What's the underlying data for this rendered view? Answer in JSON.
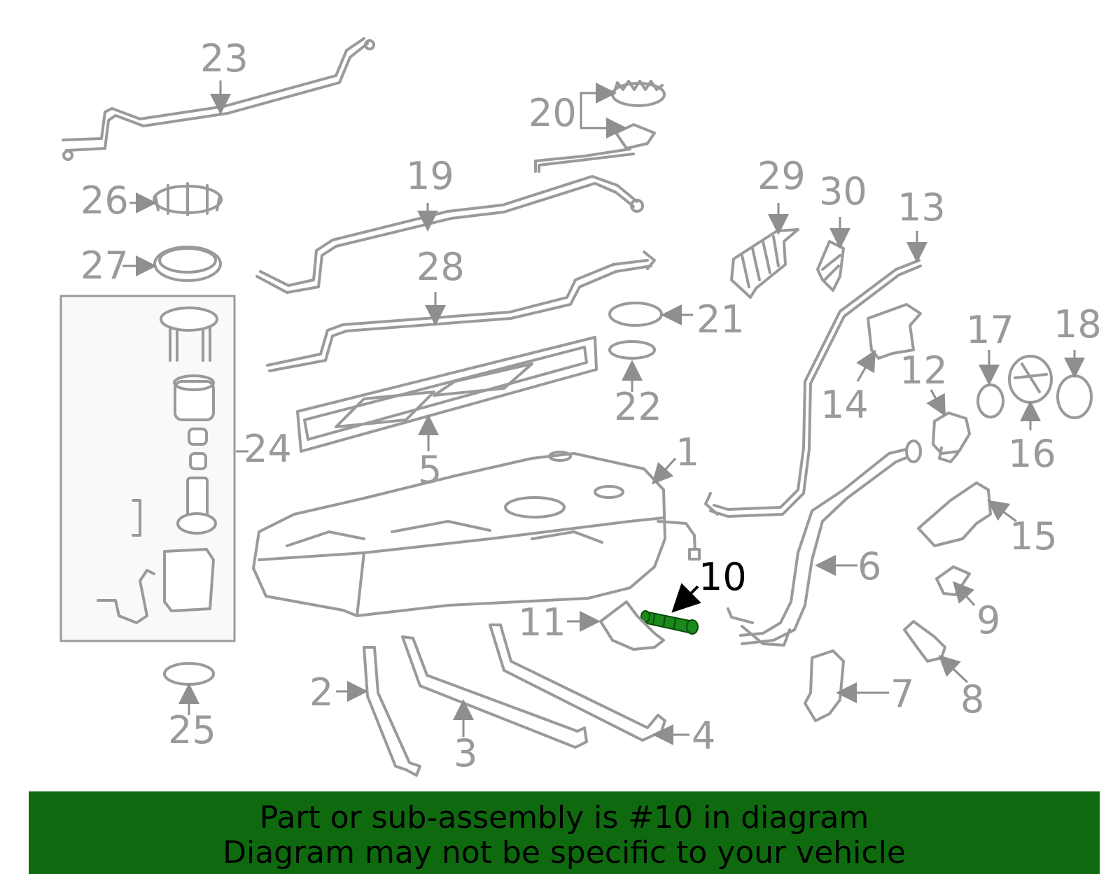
{
  "diagram": {
    "callouts": [
      "1",
      "2",
      "3",
      "4",
      "5",
      "6",
      "7",
      "8",
      "9",
      "10",
      "11",
      "12",
      "13",
      "14",
      "15",
      "16",
      "17",
      "18",
      "19",
      "20",
      "21",
      "22",
      "23",
      "24",
      "25",
      "26",
      "27",
      "28",
      "29",
      "30"
    ],
    "highlighted_part": "10",
    "colors": {
      "line": "#9a9a9a",
      "highlight": "#1a8a1a",
      "banner": "#0f6a0f"
    }
  },
  "banner": {
    "line1": "Part or sub-assembly is #10 in diagram",
    "line2": "Diagram may not be specific to your vehicle"
  }
}
